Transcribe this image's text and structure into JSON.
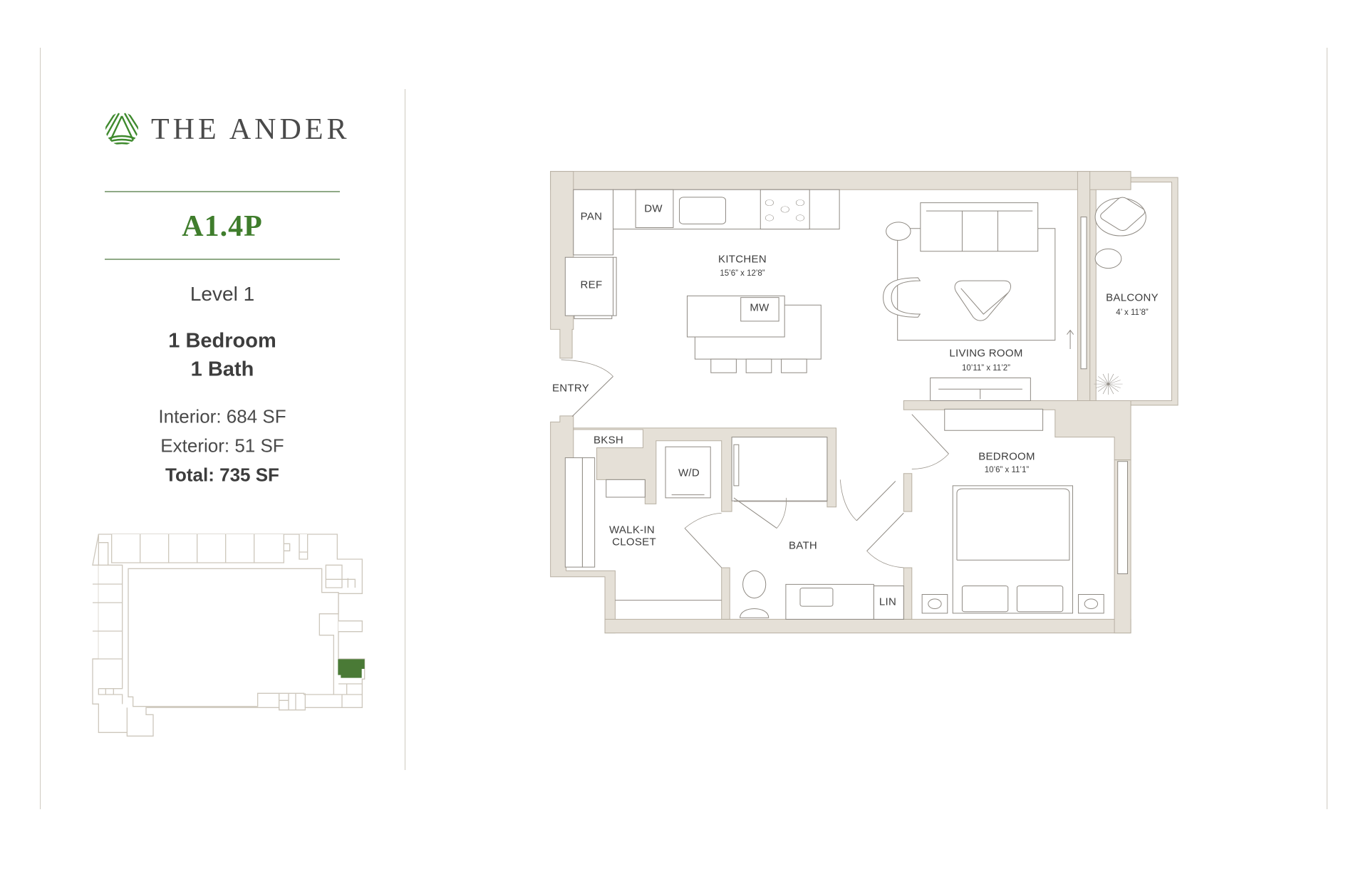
{
  "brand": {
    "name": "THE ANDER",
    "logo_icon": "leaf-stripes-circle-icon",
    "accent_color": "#3f7d2c"
  },
  "unit": {
    "code": "A1.4P",
    "level": "Level 1",
    "bedrooms": "1 Bedroom",
    "baths": "1 Bath",
    "interior": "Interior: 684 SF",
    "exterior": "Exterior: 51 SF",
    "total": "Total: 735 SF"
  },
  "site_plan": {
    "highlight_color": "#4a7a36"
  },
  "floorplan": {
    "wall_color": "#e5e0d7",
    "rooms": {
      "kitchen": {
        "label": "KITCHEN",
        "dims": "15’6” x 12’8”"
      },
      "living": {
        "label": "LIVING ROOM",
        "dims": "10’11” x 11’2”"
      },
      "balcony": {
        "label": "BALCONY",
        "dims": "4’ x 11’8”"
      },
      "bedroom": {
        "label": "BEDROOM",
        "dims": "10’6” x 11’1”"
      },
      "bath": {
        "label": "BATH"
      },
      "closet": {
        "label1": "WALK-IN",
        "label2": "CLOSET"
      }
    },
    "fixtures": {
      "pan": "PAN",
      "dw": "DW",
      "ref": "REF",
      "mw": "MW",
      "entry": "ENTRY",
      "bksh": "BKSH",
      "wd": "W/D",
      "lin": "LIN"
    }
  }
}
